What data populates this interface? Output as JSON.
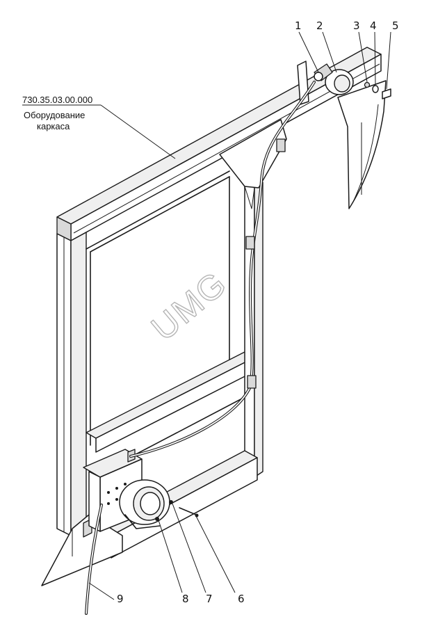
{
  "assembly": {
    "part_number": "730.35.03.00.000",
    "description_line1": "Оборудование",
    "description_line2": "каркаса"
  },
  "callouts": {
    "c1": "1",
    "c2": "2",
    "c3": "3",
    "c4": "4",
    "c5": "5",
    "c6": "6",
    "c7": "7",
    "c8": "8",
    "c9": "9"
  },
  "watermark": "UMG",
  "colors": {
    "line": "#1a1a1a",
    "fill_light": "#efefef",
    "fill_dark": "#d9d9d9",
    "watermark_stroke": "#b5b5b5"
  }
}
